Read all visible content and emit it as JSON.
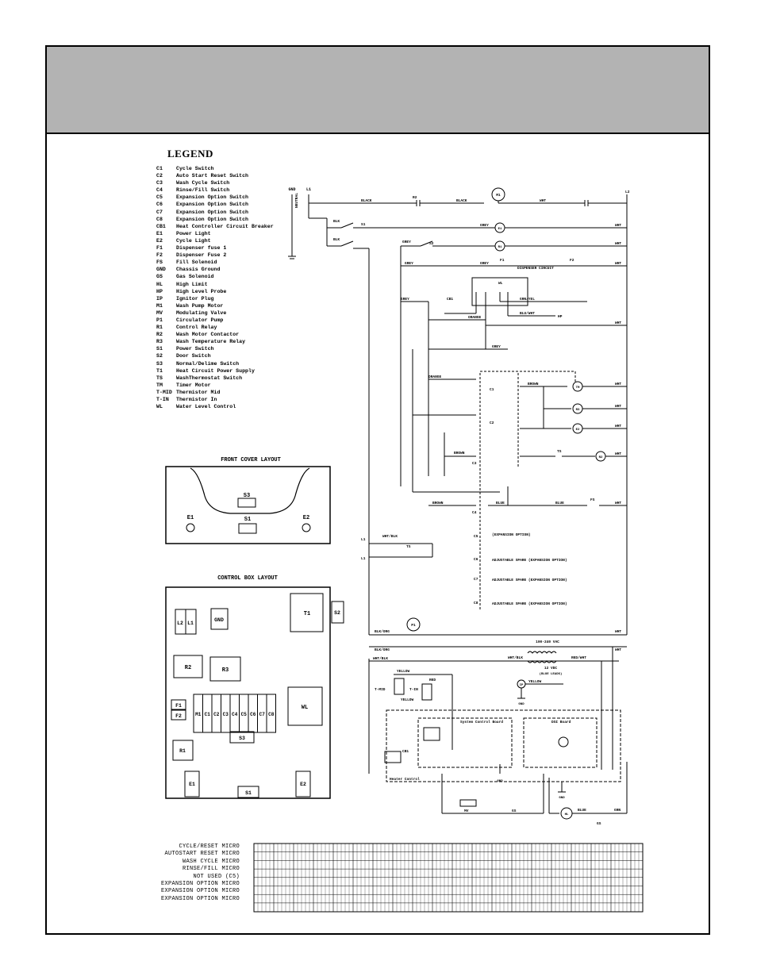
{
  "legend": {
    "title": "LEGEND",
    "items": [
      {
        "code": "C1",
        "desc": "Cycle Switch"
      },
      {
        "code": "C2",
        "desc": "Auto Start Reset Switch"
      },
      {
        "code": "C3",
        "desc": "Wash Cycle Switch"
      },
      {
        "code": "C4",
        "desc": "Rinse/Fill Switch"
      },
      {
        "code": "C5",
        "desc": "Expansion Option Switch"
      },
      {
        "code": "C6",
        "desc": "Expansion Option Switch"
      },
      {
        "code": "C7",
        "desc": "Expansion Option Switch"
      },
      {
        "code": "C8",
        "desc": "Expansion Option Switch"
      },
      {
        "code": "CB1",
        "desc": "Heat Controller Circuit Breaker"
      },
      {
        "code": "E1",
        "desc": "Power Light"
      },
      {
        "code": "E2",
        "desc": "Cycle Light"
      },
      {
        "code": "F1",
        "desc": "Dispenser fuse 1"
      },
      {
        "code": "F2",
        "desc": "Dispenser Fuse 2"
      },
      {
        "code": "FS",
        "desc": "Fill Solenoid"
      },
      {
        "code": "GND",
        "desc": "Chassis Ground"
      },
      {
        "code": "GS",
        "desc": "Gas Solenoid"
      },
      {
        "code": "HL",
        "desc": "High Limit"
      },
      {
        "code": "HP",
        "desc": "High Level Probe"
      },
      {
        "code": "IP",
        "desc": "Ignitor Plug"
      },
      {
        "code": "M1",
        "desc": "Wash Pump Motor"
      },
      {
        "code": "MV",
        "desc": "Modulating Valve"
      },
      {
        "code": "P1",
        "desc": "Circulator Pump"
      },
      {
        "code": "R1",
        "desc": "Control Relay"
      },
      {
        "code": "R2",
        "desc": "Wash Motor Contactor"
      },
      {
        "code": "R3",
        "desc": "Wash Temperature Relay"
      },
      {
        "code": "S1",
        "desc": "Power Switch"
      },
      {
        "code": "S2",
        "desc": "Door Switch"
      },
      {
        "code": "S3",
        "desc": "Normal/Delime Switch"
      },
      {
        "code": "T1",
        "desc": "Heat Circuit Power Supply"
      },
      {
        "code": "TS",
        "desc": "WashThermostat Switch"
      },
      {
        "code": "TM",
        "desc": "Timer Motor"
      },
      {
        "code": "T-MID",
        "desc": "Thermistor Mid"
      },
      {
        "code": "T-IN",
        "desc": "Thermistor In"
      },
      {
        "code": "WL",
        "desc": "Water Level Control"
      }
    ]
  },
  "front_cover": {
    "title": "FRONT COVER LAYOUT",
    "labels": {
      "s3": "S3",
      "s1": "S1",
      "e1": "E1",
      "e2": "E2"
    }
  },
  "control_box": {
    "title": "CONTROL BOX LAYOUT",
    "labels": {
      "l2": "L2",
      "l1": "L1",
      "gnd": "GND",
      "t1": "T1",
      "s2": "S2",
      "r2": "R2",
      "r3": "R3",
      "f1": "F1",
      "f2": "F2",
      "m1": "M1",
      "c1": "C1",
      "c2": "C2",
      "c3": "C3",
      "c4": "C4",
      "c5": "C5",
      "c6": "C6",
      "c7": "C7",
      "c8": "C8",
      "wl": "WL",
      "s3": "S3",
      "r1": "R1",
      "e1": "E1",
      "s1": "S1",
      "e2": "E2"
    }
  },
  "schematic": {
    "gnd": "GND",
    "l1": "L1",
    "neutral": "NEUTRAL",
    "l2": "L2",
    "black": "BLACK",
    "wht": "WHT",
    "grey": "GREY",
    "blk": "BLK",
    "blk_org": "BLK/ORG",
    "dispenser_circuit": "DISPENSER CIRCUIT",
    "wl": "WL",
    "orange": "ORANGE",
    "brown": "BROWN",
    "grn_yel": "GRN/YEL",
    "blu_wht": "BLU/WHT",
    "hp": "HP",
    "blue": "BLUE",
    "fs": "FS",
    "expansion_option": "(EXPANSION OPTION)",
    "adjustable_spare": "ADJUSTABLE SPARE (EXPANSION OPTION)",
    "t1_rating": "100-240 VAC",
    "t1_secondary": "12 VDC",
    "t1_leads": "(BLUE LEADS)",
    "system_control_board": "System Control Board",
    "dsi_board": "DSI Board",
    "heater_control": "Heater Control",
    "t_mid": "T-MID",
    "t_in": "T-IN",
    "yellow": "YELLOW",
    "red": "RED",
    "mv": "MV",
    "ip": "IP",
    "gs": "GS",
    "hl": "HL",
    "grn": "GRN",
    "wht_blk": "WHT/BLK",
    "red_wht": "RED/WHT",
    "cb1": "CB1",
    "m1": "M1",
    "p1": "P1",
    "tm": "TM",
    "r1": "R1",
    "r2": "R2",
    "r3": "R3",
    "e1": "E1",
    "e2": "E2",
    "ts": "TS",
    "f1": "F1",
    "f2": "F2",
    "s1": "S1",
    "s2": "S2",
    "s3": "S3",
    "c1": "C1",
    "c2": "C2",
    "c3": "C3",
    "c4": "C4",
    "c5": "C5",
    "c6": "C6",
    "c7": "C7",
    "c8": "C8"
  },
  "timing_chart": {
    "rows": [
      "CYCLE/RESET MICRO",
      "AUTOSTART RESET MICRO",
      "WASH CYCLE MICRO",
      "RINSE/FILL MICRO",
      "NOT USED (C5)",
      "EXPANSION OPTION MICRO",
      "EXPANSION OPTION MICRO",
      "EXPANSION OPTION MICRO"
    ]
  }
}
